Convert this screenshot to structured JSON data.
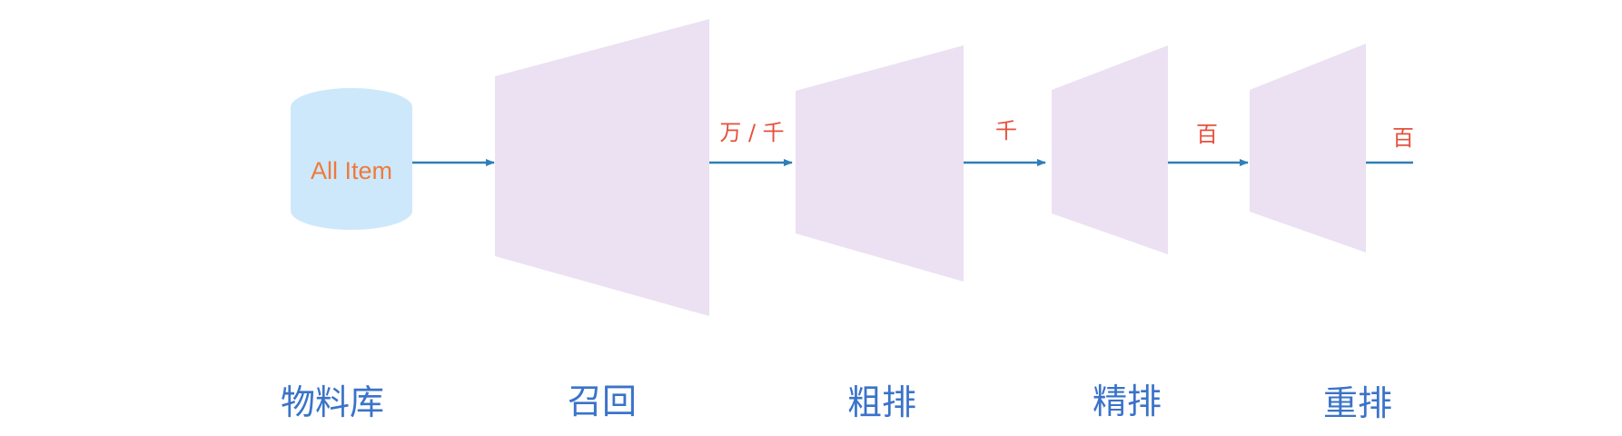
{
  "colors": {
    "database_fill": "#cde8fb",
    "funnel_fill": "#ebe1f2",
    "arrow": "#2f7fb8",
    "database_text": "#ef7a3c",
    "count_text": "#e6503c",
    "stage_text": "#3a73c9"
  },
  "database": {
    "label": "All Item"
  },
  "flow_counts": [
    "万 / 千",
    "千",
    "百",
    "百"
  ],
  "stages": [
    {
      "label": "物料库"
    },
    {
      "label": "召回"
    },
    {
      "label": "粗排"
    },
    {
      "label": "精排"
    },
    {
      "label": "重排"
    }
  ]
}
